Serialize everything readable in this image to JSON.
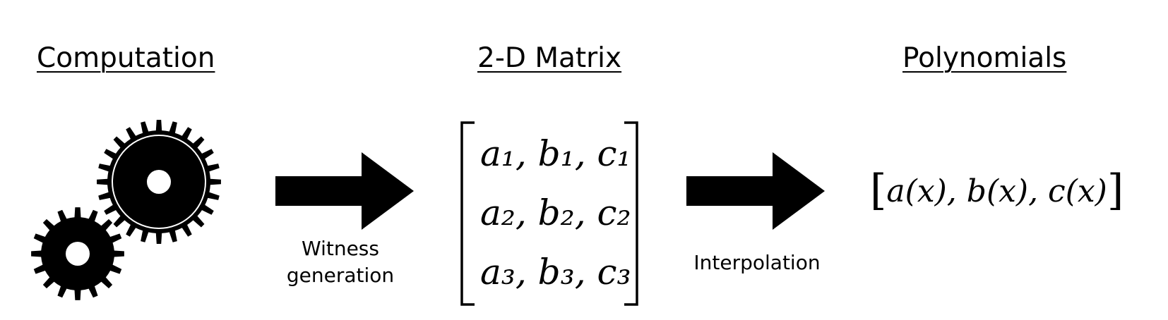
{
  "headings": {
    "computation": "Computation",
    "matrix": "2-D Matrix",
    "polynomials": "Polynomials"
  },
  "steps": {
    "witness_line1": "Witness",
    "witness_line2": "generation",
    "interpolation": "Interpolation"
  },
  "matrix_rows": [
    "a₁, b₁, c₁",
    "a₂, b₂, c₂",
    "a₃, b₃, c₃"
  ],
  "polynomial_vector": "a(x), b(x), c(x)",
  "icons": {
    "computation": "gears-icon",
    "step_arrow": "right-arrow-icon"
  },
  "colors": {
    "foreground": "#000000",
    "background": "#ffffff"
  }
}
